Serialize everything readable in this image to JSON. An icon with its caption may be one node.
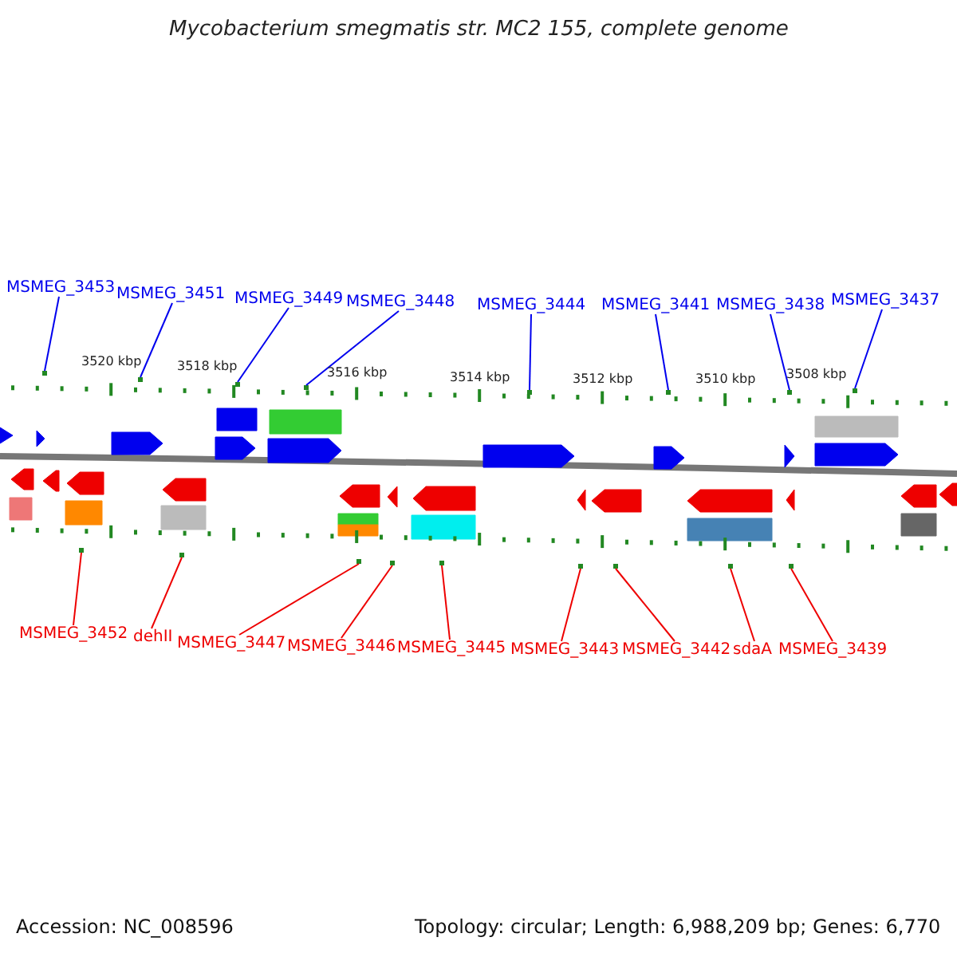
{
  "diagram": {
    "title": "Mycobacterium smegmatis str. MC2 155, complete genome",
    "nodes": [
      {
        "text": [
          "MSMEG_3453"
        ]
      },
      {
        "text": [
          "MSMEG_3451"
        ]
      },
      {
        "text": [
          "MSMEG_3449"
        ]
      },
      {
        "text": [
          "MSMEG_3448"
        ]
      },
      {
        "text": [
          "MSMEG_3444"
        ]
      },
      {
        "text": [
          "MSMEG_3441"
        ]
      },
      {
        "text": [
          "MSMEG_3438"
        ]
      },
      {
        "text": [
          "MSMEG_3437"
        ]
      },
      {
        "text": [
          "MSMEG_3452"
        ]
      },
      {
        "text": [
          "dehII"
        ]
      },
      {
        "text": [
          "MSMEG_3447"
        ]
      },
      {
        "text": [
          "MSMEG_3446"
        ]
      },
      {
        "text": [
          "MSMEG_3445"
        ]
      },
      {
        "text": [
          "MSMEG_3443"
        ]
      },
      {
        "text": [
          "MSMEG_3442"
        ]
      },
      {
        "text": [
          "sdaA"
        ]
      },
      {
        "text": [
          "MSMEG_3439"
        ]
      },
      {
        "text": [],
        "shape": "dot"
      },
      {
        "text": [],
        "shape": "dot"
      },
      {
        "text": [],
        "shape": "dot"
      },
      {
        "text": [],
        "shape": "dot"
      },
      {
        "text": [],
        "shape": "dot"
      },
      {
        "text": [],
        "shape": "dot"
      },
      {
        "text": [],
        "shape": "dot"
      },
      {
        "text": [],
        "shape": "dot"
      },
      {
        "text": [],
        "shape": "dot"
      },
      {
        "text": [],
        "shape": "dot"
      },
      {
        "text": [],
        "shape": "dot"
      },
      {
        "text": [],
        "shape": "dot"
      },
      {
        "text": [],
        "shape": "dot"
      },
      {
        "text": [],
        "shape": "dot"
      },
      {
        "text": [],
        "shape": "dot"
      },
      {
        "text": [],
        "shape": "dot"
      },
      {
        "text": [],
        "shape": "dot"
      }
    ],
    "edges": [
      {
        "from": 0,
        "to": 17,
        "arrow": "none",
        "color": "#0000ee"
      },
      {
        "from": 1,
        "to": 18,
        "arrow": "none",
        "color": "#0000ee"
      },
      {
        "from": 2,
        "to": 19,
        "arrow": "none",
        "color": "#0000ee"
      },
      {
        "from": 3,
        "to": 20,
        "arrow": "none",
        "color": "#0000ee"
      },
      {
        "from": 4,
        "to": 21,
        "arrow": "none",
        "color": "#0000ee"
      },
      {
        "from": 5,
        "to": 22,
        "arrow": "none",
        "color": "#0000ee"
      },
      {
        "from": 6,
        "to": 23,
        "arrow": "none",
        "color": "#0000ee"
      },
      {
        "from": 7,
        "to": 24,
        "arrow": "none",
        "color": "#0000ee"
      },
      {
        "from": 8,
        "to": 25,
        "arrow": "none"
      },
      {
        "from": 9,
        "to": 26,
        "arrow": "none"
      },
      {
        "from": 10,
        "to": 27,
        "arrow": "none"
      },
      {
        "from": 11,
        "to": 28,
        "arrow": "none"
      },
      {
        "from": 12,
        "to": 29,
        "arrow": "none"
      },
      {
        "from": 13,
        "to": 30,
        "arrow": "none"
      },
      {
        "from": 14,
        "to": 31,
        "arrow": "none"
      },
      {
        "from": 15,
        "to": 32,
        "arrow": "none"
      },
      {
        "from": 16,
        "to": 33,
        "arrow": "none"
      }
    ],
    "labels": [
      "3520 kbp",
      "3518 kbp",
      "3516 kbp",
      "3514 kbp",
      "3512 kbp",
      "3510 kbp",
      "3508 kbp",
      "Accession: NC_008596",
      "Topology: circular; Length: 6,988,209 bp; Genes: 6,770"
    ]
  }
}
